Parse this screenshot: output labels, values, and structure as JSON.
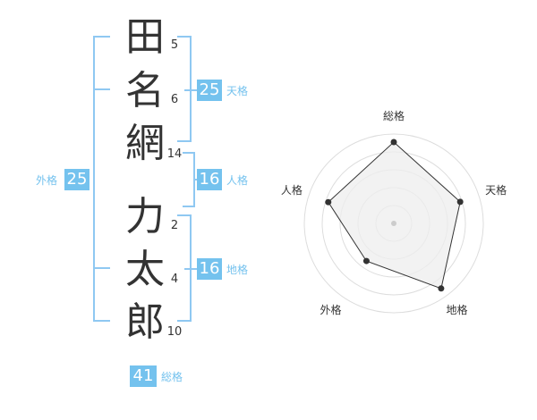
{
  "name_chars": [
    {
      "char": "田",
      "strokes": "5"
    },
    {
      "char": "名",
      "strokes": "6"
    },
    {
      "char": "網",
      "strokes": "14"
    },
    {
      "char": "力",
      "strokes": "2"
    },
    {
      "char": "太",
      "strokes": "4"
    },
    {
      "char": "郎",
      "strokes": "10"
    }
  ],
  "kakusu": {
    "tenkaku": {
      "value": "25",
      "label": "天格"
    },
    "jinkaku": {
      "value": "16",
      "label": "人格"
    },
    "chikaku": {
      "value": "16",
      "label": "地格"
    },
    "gaikaku": {
      "value": "25",
      "label": "外格"
    },
    "soukaku": {
      "value": "41",
      "label": "総格"
    }
  },
  "colors": {
    "accent": "#74c2ee",
    "bracket": "#8fc8f2",
    "text": "#333333",
    "radar_fill": "#eeeeee",
    "radar_grid": "#dddddd",
    "radar_line": "#333333"
  },
  "chart_data": {
    "type": "radar",
    "axes": [
      "総格",
      "天格",
      "地格",
      "外格",
      "人格"
    ],
    "values": [
      0.91,
      0.78,
      0.9,
      0.52,
      0.77
    ],
    "range": [
      0,
      1
    ],
    "rings": 5
  }
}
